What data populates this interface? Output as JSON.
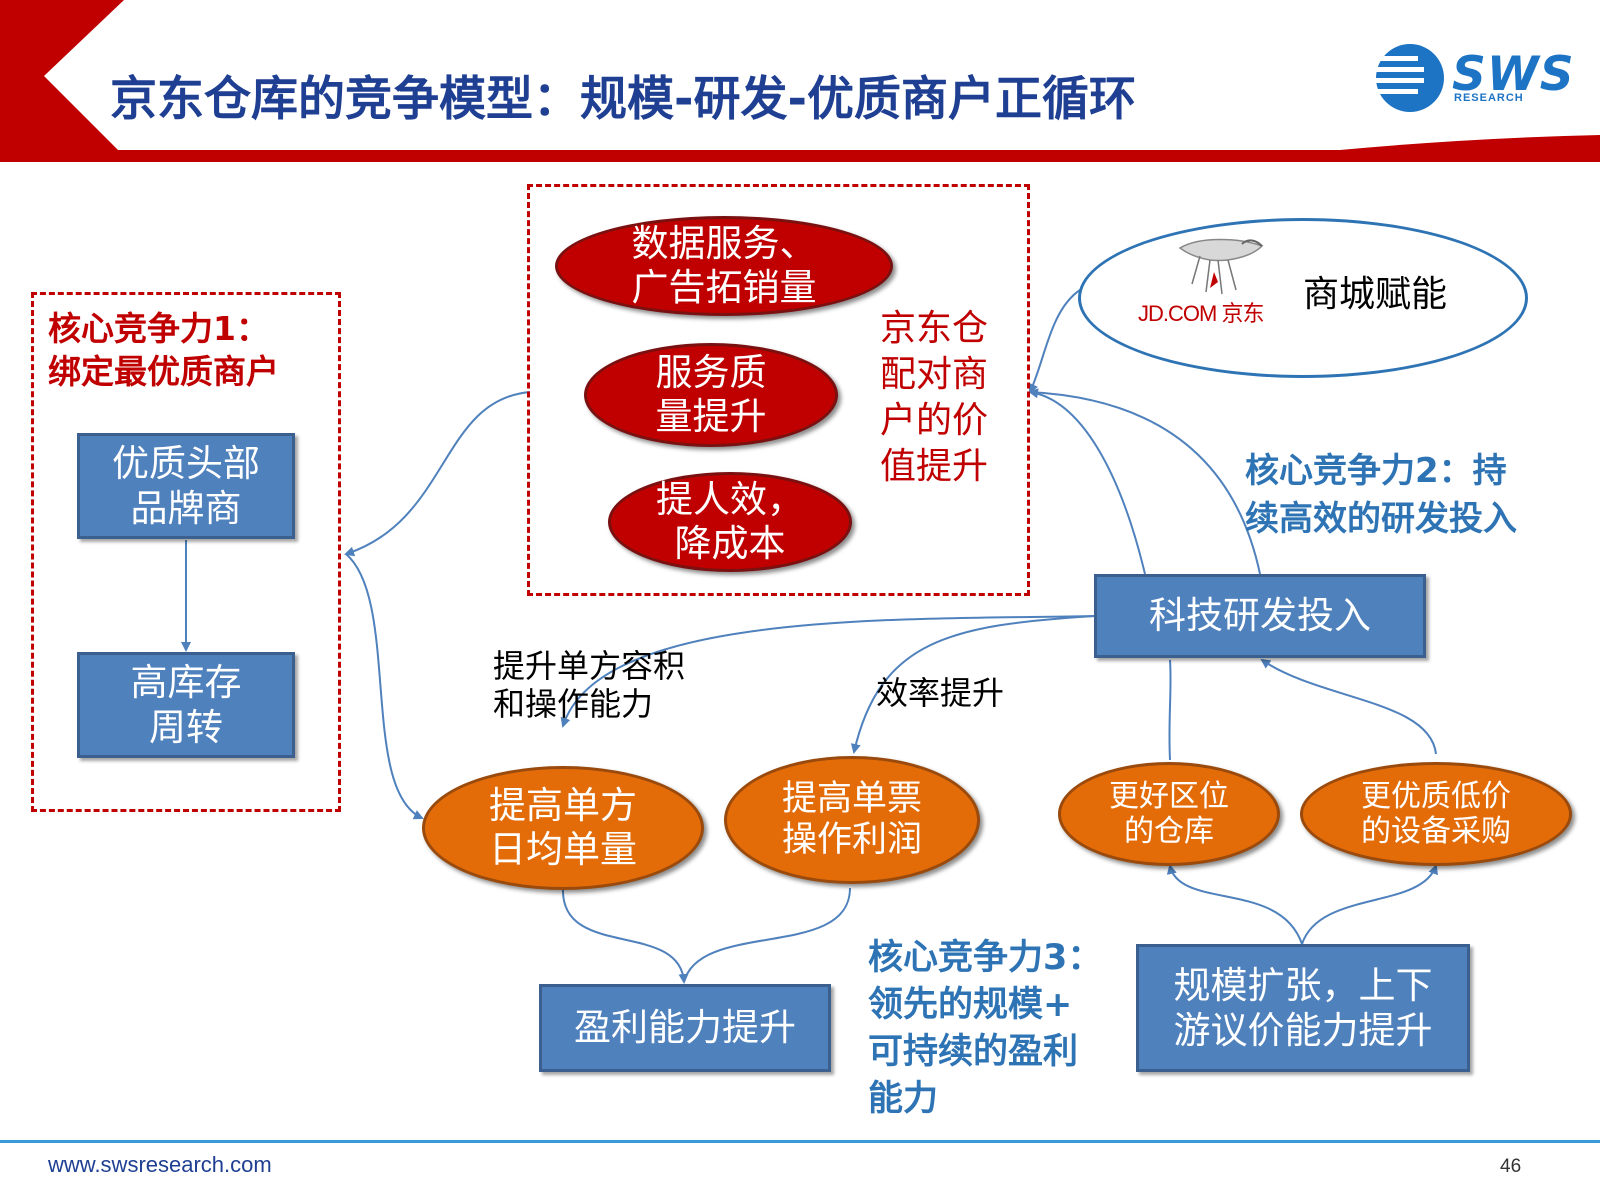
{
  "header": {
    "title": "京东仓库的竞争模型：规模-研发-优质商户正循环",
    "logo_text": "SWS",
    "logo_sub": "RESEARCH"
  },
  "colors": {
    "accent_red": "#c00000",
    "title_blue": "#1f3f93",
    "box_blue": "#4f81bd",
    "ellipse_orange": "#e36c09",
    "label_blue": "#2e74b5"
  },
  "left_panel": {
    "heading": [
      "核心竞争力1：",
      "绑定最优质商户"
    ],
    "box1": [
      "优质头部",
      "品牌商"
    ],
    "box2": [
      "高库存",
      "周转"
    ]
  },
  "center_panel": {
    "ellipse1": [
      "数据服务、",
      "广告拓销量"
    ],
    "ellipse2": [
      "服务质",
      "量提升"
    ],
    "ellipse3": [
      "提人效，",
      "降成本"
    ],
    "value_label": [
      "京东仓",
      "配对商",
      "户的价",
      "值提升"
    ]
  },
  "mall": {
    "logo_text": "JD.COM 京东",
    "label": "商城赋能"
  },
  "right_panel": {
    "heading": [
      "核心竞争力2：持",
      "续高效的研发投入"
    ],
    "rd_box": "科技研发投入",
    "ellipse_location": [
      "更好区位",
      "的仓库"
    ],
    "ellipse_equipment": [
      "更优质低价",
      "的设备采购"
    ],
    "scale_box": [
      "规模扩张，上下",
      "游议价能力提升"
    ]
  },
  "middle": {
    "label_capacity": [
      "提升单方容积",
      "和操作能力"
    ],
    "label_efficiency": "效率提升",
    "ellipse_volume": [
      "提高单方",
      "日均单量"
    ],
    "ellipse_profit": [
      "提高单票",
      "操作利润"
    ],
    "profit_box": "盈利能力提升",
    "heading3": [
      "核心竞争力3：",
      "领先的规模+",
      "可持续的盈利",
      "能力"
    ]
  },
  "footer": {
    "url": "www.swsresearch.com",
    "page": "46"
  }
}
